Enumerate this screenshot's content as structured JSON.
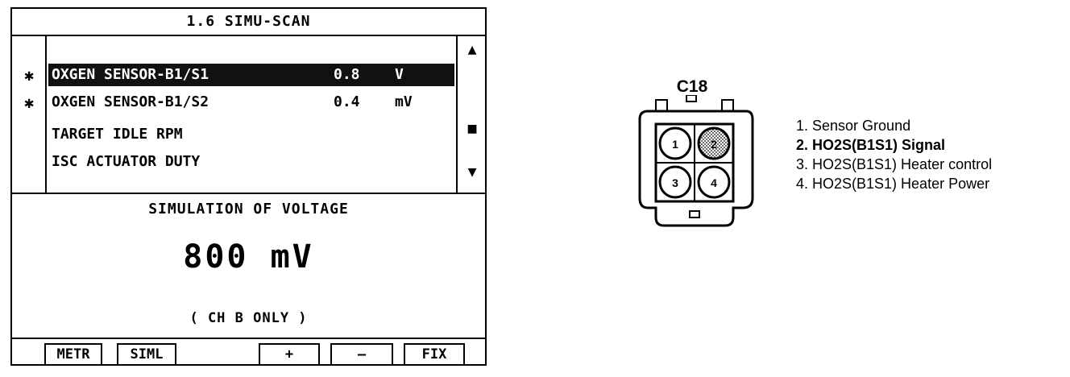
{
  "screen": {
    "title": "1.6 SIMU-SCAN",
    "scroll_up_glyph": "▲",
    "scroll_thumb_glyph": "■",
    "scroll_down_glyph": "▼",
    "rows": [
      {
        "marker": "✱",
        "label": "OXGEN SENSOR-B1/S1",
        "value": "0.8",
        "unit": "V",
        "selected": true
      },
      {
        "marker": "✱",
        "label": "OXGEN SENSOR-B1/S2",
        "value": "0.4",
        "unit": "mV",
        "selected": false
      },
      {
        "marker": "",
        "label": "TARGET IDLE RPM",
        "value": "",
        "unit": "",
        "selected": false
      },
      {
        "marker": "",
        "label": "ISC ACTUATOR DUTY",
        "value": "",
        "unit": "",
        "selected": false
      }
    ],
    "simulation_title": "SIMULATION OF VOLTAGE",
    "simulation_value": "800 mV",
    "simulation_note": "( CH B ONLY )",
    "softkeys": {
      "metr": "METR",
      "siml": "SIML",
      "plus": "+",
      "minus": "—",
      "fix": "FIX"
    }
  },
  "connector": {
    "title": "C18",
    "pins": [
      "1",
      "2",
      "3",
      "4"
    ],
    "legend": [
      {
        "text": "1. Sensor Ground",
        "bold": false
      },
      {
        "text": "2. HO2S(B1S1) Signal",
        "bold": true
      },
      {
        "text": "3. HO2S(B1S1) Heater control",
        "bold": false
      },
      {
        "text": "4. HO2S(B1S1) Heater Power",
        "bold": false
      }
    ]
  }
}
